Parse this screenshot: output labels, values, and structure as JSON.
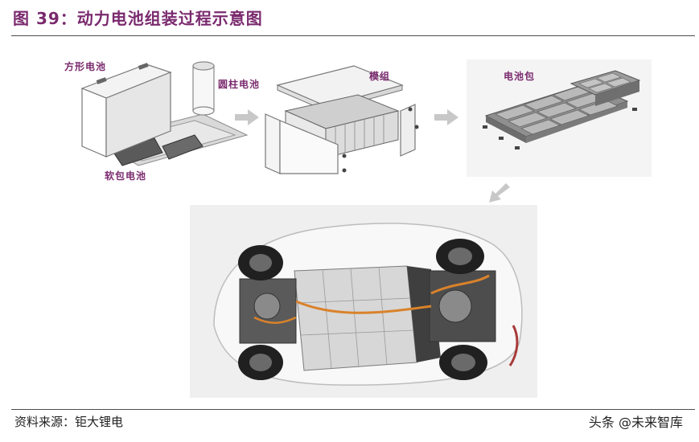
{
  "figure": {
    "title": "图 39：动力电池组装过程示意图"
  },
  "labels": {
    "prismatic_cell": "方形电池",
    "cylindrical_cell": "圆柱电池",
    "pouch_cell": "软包电池",
    "module": "模组",
    "battery_pack": "电池包"
  },
  "footer": {
    "source": "资料来源：钜大锂电",
    "watermark": "头条 @未来智库"
  },
  "colors": {
    "title": "#7a2a6e",
    "label": "#7a2a6e",
    "arrow": "#c8c8c8",
    "rule": "#4d4d4d"
  }
}
